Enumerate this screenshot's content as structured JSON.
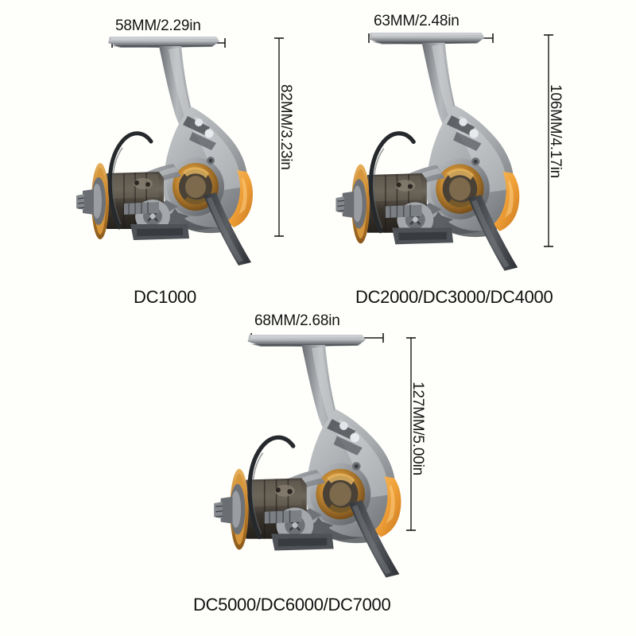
{
  "page": {
    "background_color": "#fefefb",
    "title": "Fishing Reel Size Chart"
  },
  "palette": {
    "body_light": "#b9bcbe",
    "body_mid": "#8e9296",
    "body_dark": "#5d6165",
    "body_shadow": "#3d4145",
    "gold": "#c8852f",
    "gold_light": "#e2a64a",
    "orange": "#f0a341",
    "orange_dark": "#d4822a",
    "spool_dark": "#2e2b28",
    "line_color": "#1a1a1a",
    "text_color": "#141414"
  },
  "reels": [
    {
      "id": "reel-dc1000",
      "caption": "DC1000",
      "width_label": "58MM/2.29in",
      "height_label": "82MM/3.23in",
      "width_mm": 58,
      "width_in": 2.29,
      "height_mm": 82,
      "height_in": 3.23
    },
    {
      "id": "reel-dc2000",
      "caption": "DC2000/DC3000/DC4000",
      "width_label": "63MM/2.48in",
      "height_label": "106MM/4.17in",
      "width_mm": 63,
      "width_in": 2.48,
      "height_mm": 106,
      "height_in": 4.17
    },
    {
      "id": "reel-dc5000",
      "caption": "DC5000/DC6000/DC7000",
      "width_label": "68MM/2.68in",
      "height_label": "127MM/5.00in",
      "width_mm": 68,
      "width_in": 2.68,
      "height_mm": 127,
      "height_in": 5.0
    }
  ]
}
